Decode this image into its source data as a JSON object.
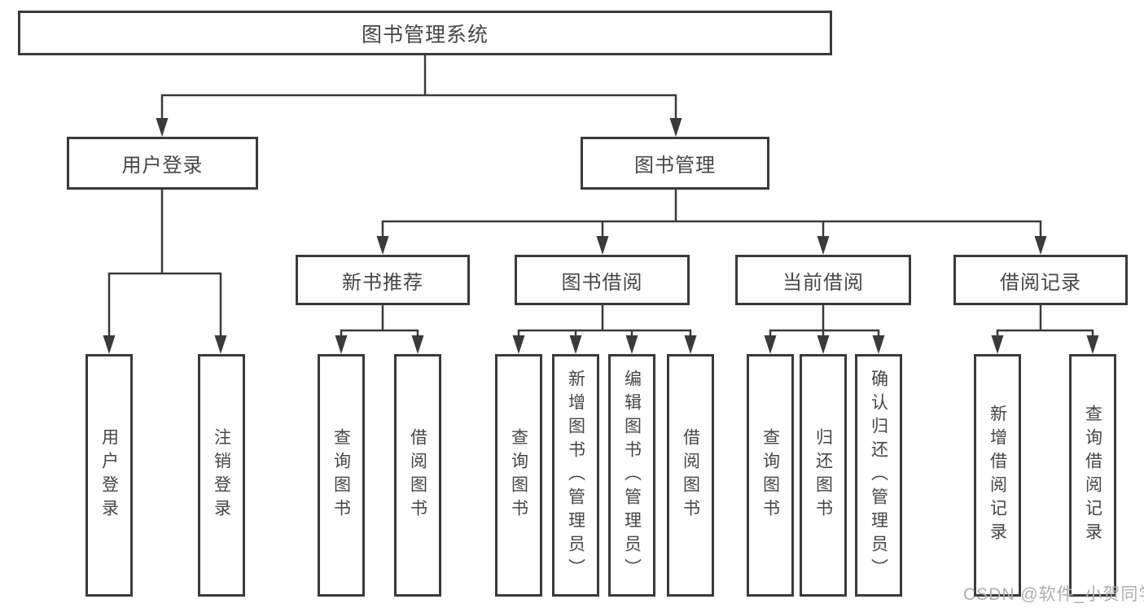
{
  "diagram": {
    "tree": {
      "root": {
        "label": "图书管理系统"
      },
      "level2": [
        {
          "label": "用户登录",
          "leaves": [
            "用户登录",
            "注销登录"
          ]
        },
        {
          "label": "图书管理",
          "groups": [
            {
              "label": "新书推荐",
              "leaves": [
                "查询图书",
                "借阅图书"
              ]
            },
            {
              "label": "图书借阅",
              "leaves": [
                "查询图书",
                "新增图书（管理员）",
                "编辑图书（管理员）",
                "借阅图书"
              ]
            },
            {
              "label": "当前借阅",
              "leaves": [
                "查询图书",
                "归还图书",
                "确认归还（管理员）"
              ]
            },
            {
              "label": "借阅记录",
              "leaves": [
                "新增借阅记录",
                "查询借阅记录"
              ]
            }
          ]
        }
      ]
    },
    "watermark": "CSDN @软件_小贺同学",
    "colors": {
      "line": "#3a3a3a",
      "node_text": "#464646",
      "watermark": "#aeaeae",
      "background": "#ffffff"
    }
  }
}
